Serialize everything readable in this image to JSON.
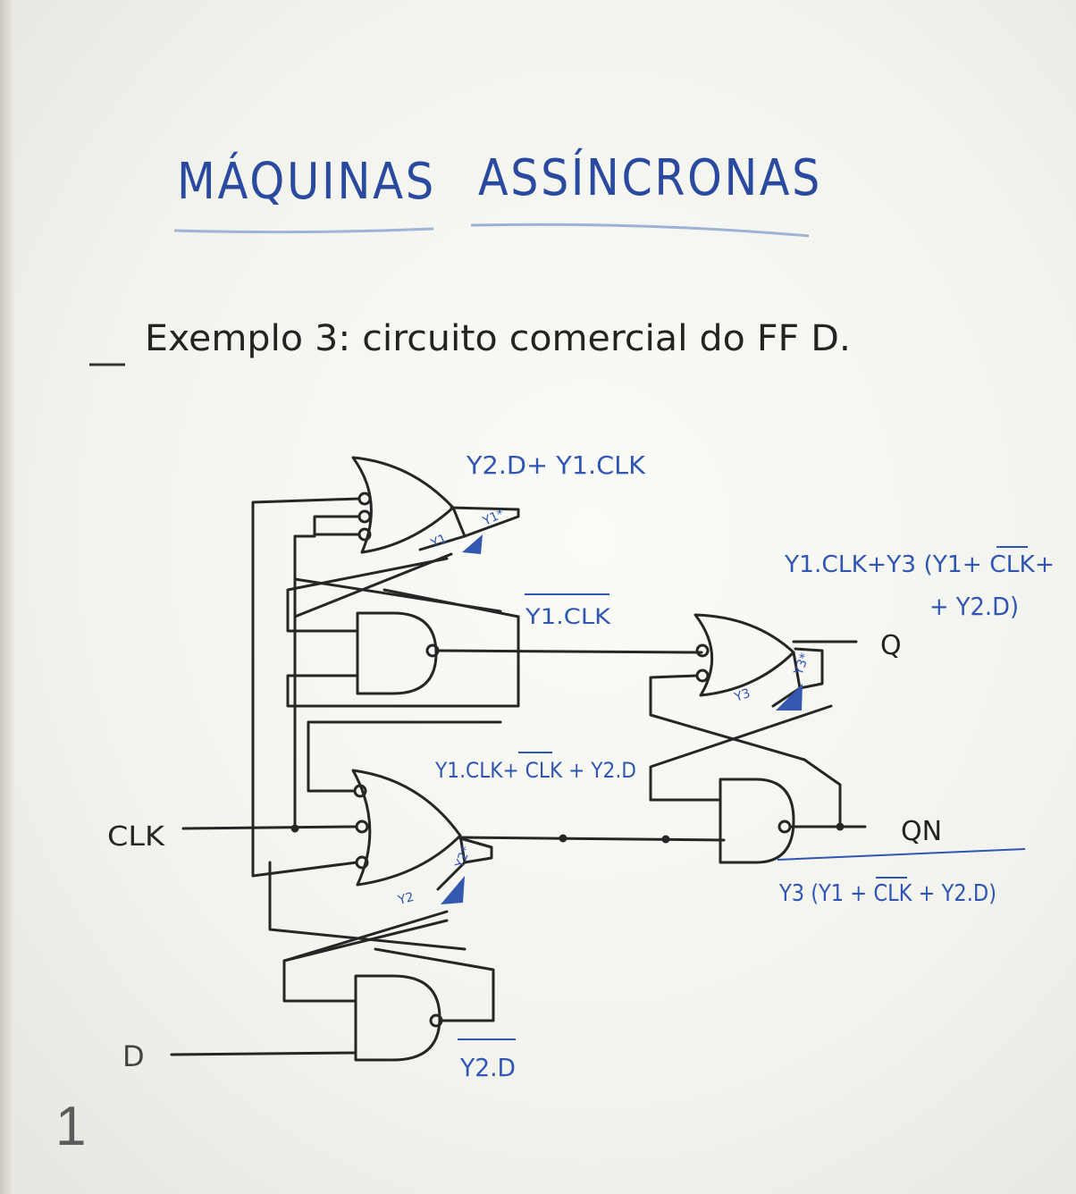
{
  "title_part1": "MÁQUINAS",
  "title_part2": "ASSÍNCRONAS",
  "subtitle": "Exemplo 3: circuito comercial do FF D.",
  "expr_y1_next": "Y2.D+ Y1.CLK",
  "expr_y1clk_bar": "Y1.CLK",
  "expr_y2_next": "Y1.CLK+ CLK + Y2.D",
  "expr_y2d_bar": "Y2.D",
  "expr_q": [
    "Y1.CLK+Y3 (Y1+ CLK+",
    "+ Y2.D)"
  ],
  "expr_qn": "Y3 (Y1 + CLK + Y2.D)",
  "label_clk": "CLK",
  "label_d": "D",
  "label_q": "Q",
  "label_qn": "QN",
  "delay_labels": {
    "y1": "Y1",
    "y1_star": "Y1*",
    "y2": "Y2",
    "y2_star": "Y2*",
    "y3": "Y3",
    "y3_star": "Y3*"
  },
  "page_number": "1",
  "colors": {
    "ink": "#262626",
    "blue": "#2f56b3",
    "marker": "#9fb3d6"
  }
}
